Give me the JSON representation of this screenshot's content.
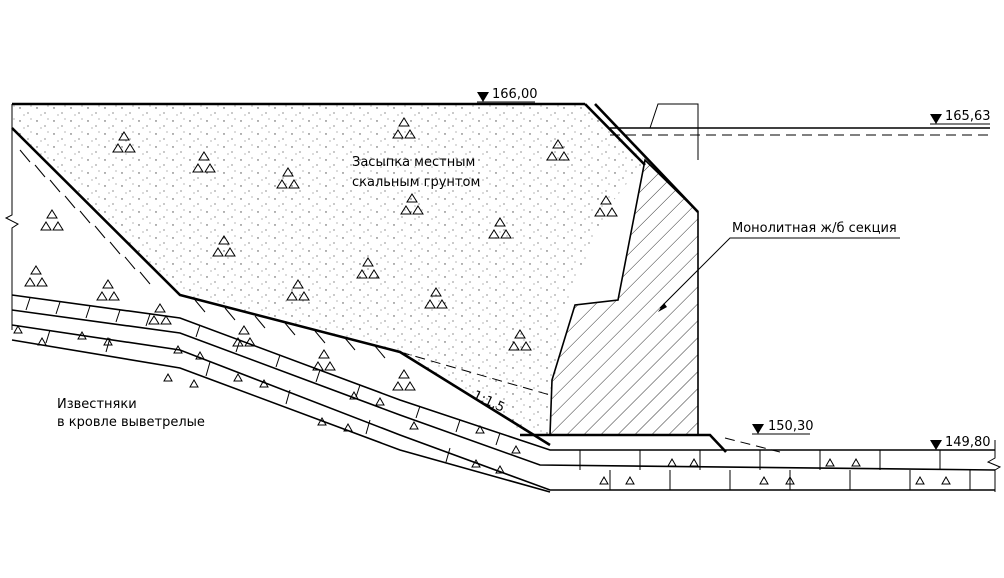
{
  "elevations": {
    "top_backfill": "166,00",
    "water_level": "165,63",
    "foundation_top": "150,30",
    "foundation_bottom": "149,80"
  },
  "labels": {
    "backfill_line1": "Засыпка местным",
    "backfill_line2": "скальным грунтом",
    "monolith": "Монолитная ж/б секция",
    "limestone_line1": "Известняки",
    "limestone_line2": "в кровле выветрелые",
    "slope": "1:1,5"
  }
}
